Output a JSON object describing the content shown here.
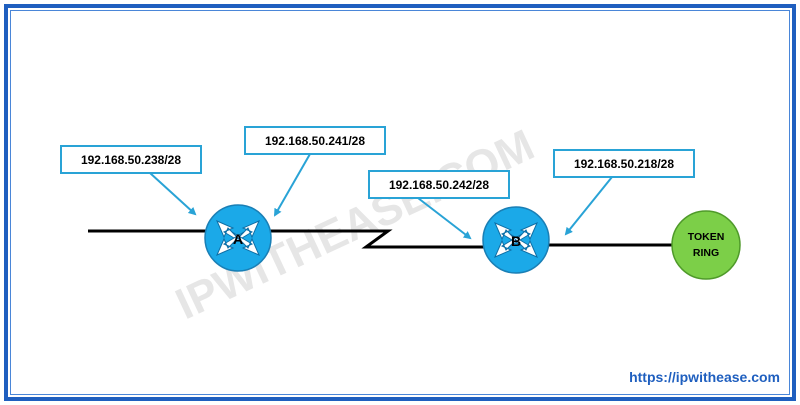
{
  "watermark": "IPWITHEASE.COM",
  "routers": [
    {
      "label": "A"
    },
    {
      "label": "B"
    }
  ],
  "ip_labels": [
    "192.168.50.238/28",
    "192.168.50.241/28",
    "192.168.50.242/28",
    "192.168.50.218/28"
  ],
  "token_ring": {
    "line1": "TOKEN",
    "line2": "RING"
  },
  "footer_url": "https://ipwithease.com",
  "colors": {
    "frame": "#1f5fbf",
    "label_border": "#29a3d6",
    "router_fill": "#1ba9e8",
    "token_ring_fill": "#7ccf48",
    "url": "#1f5fbf"
  }
}
